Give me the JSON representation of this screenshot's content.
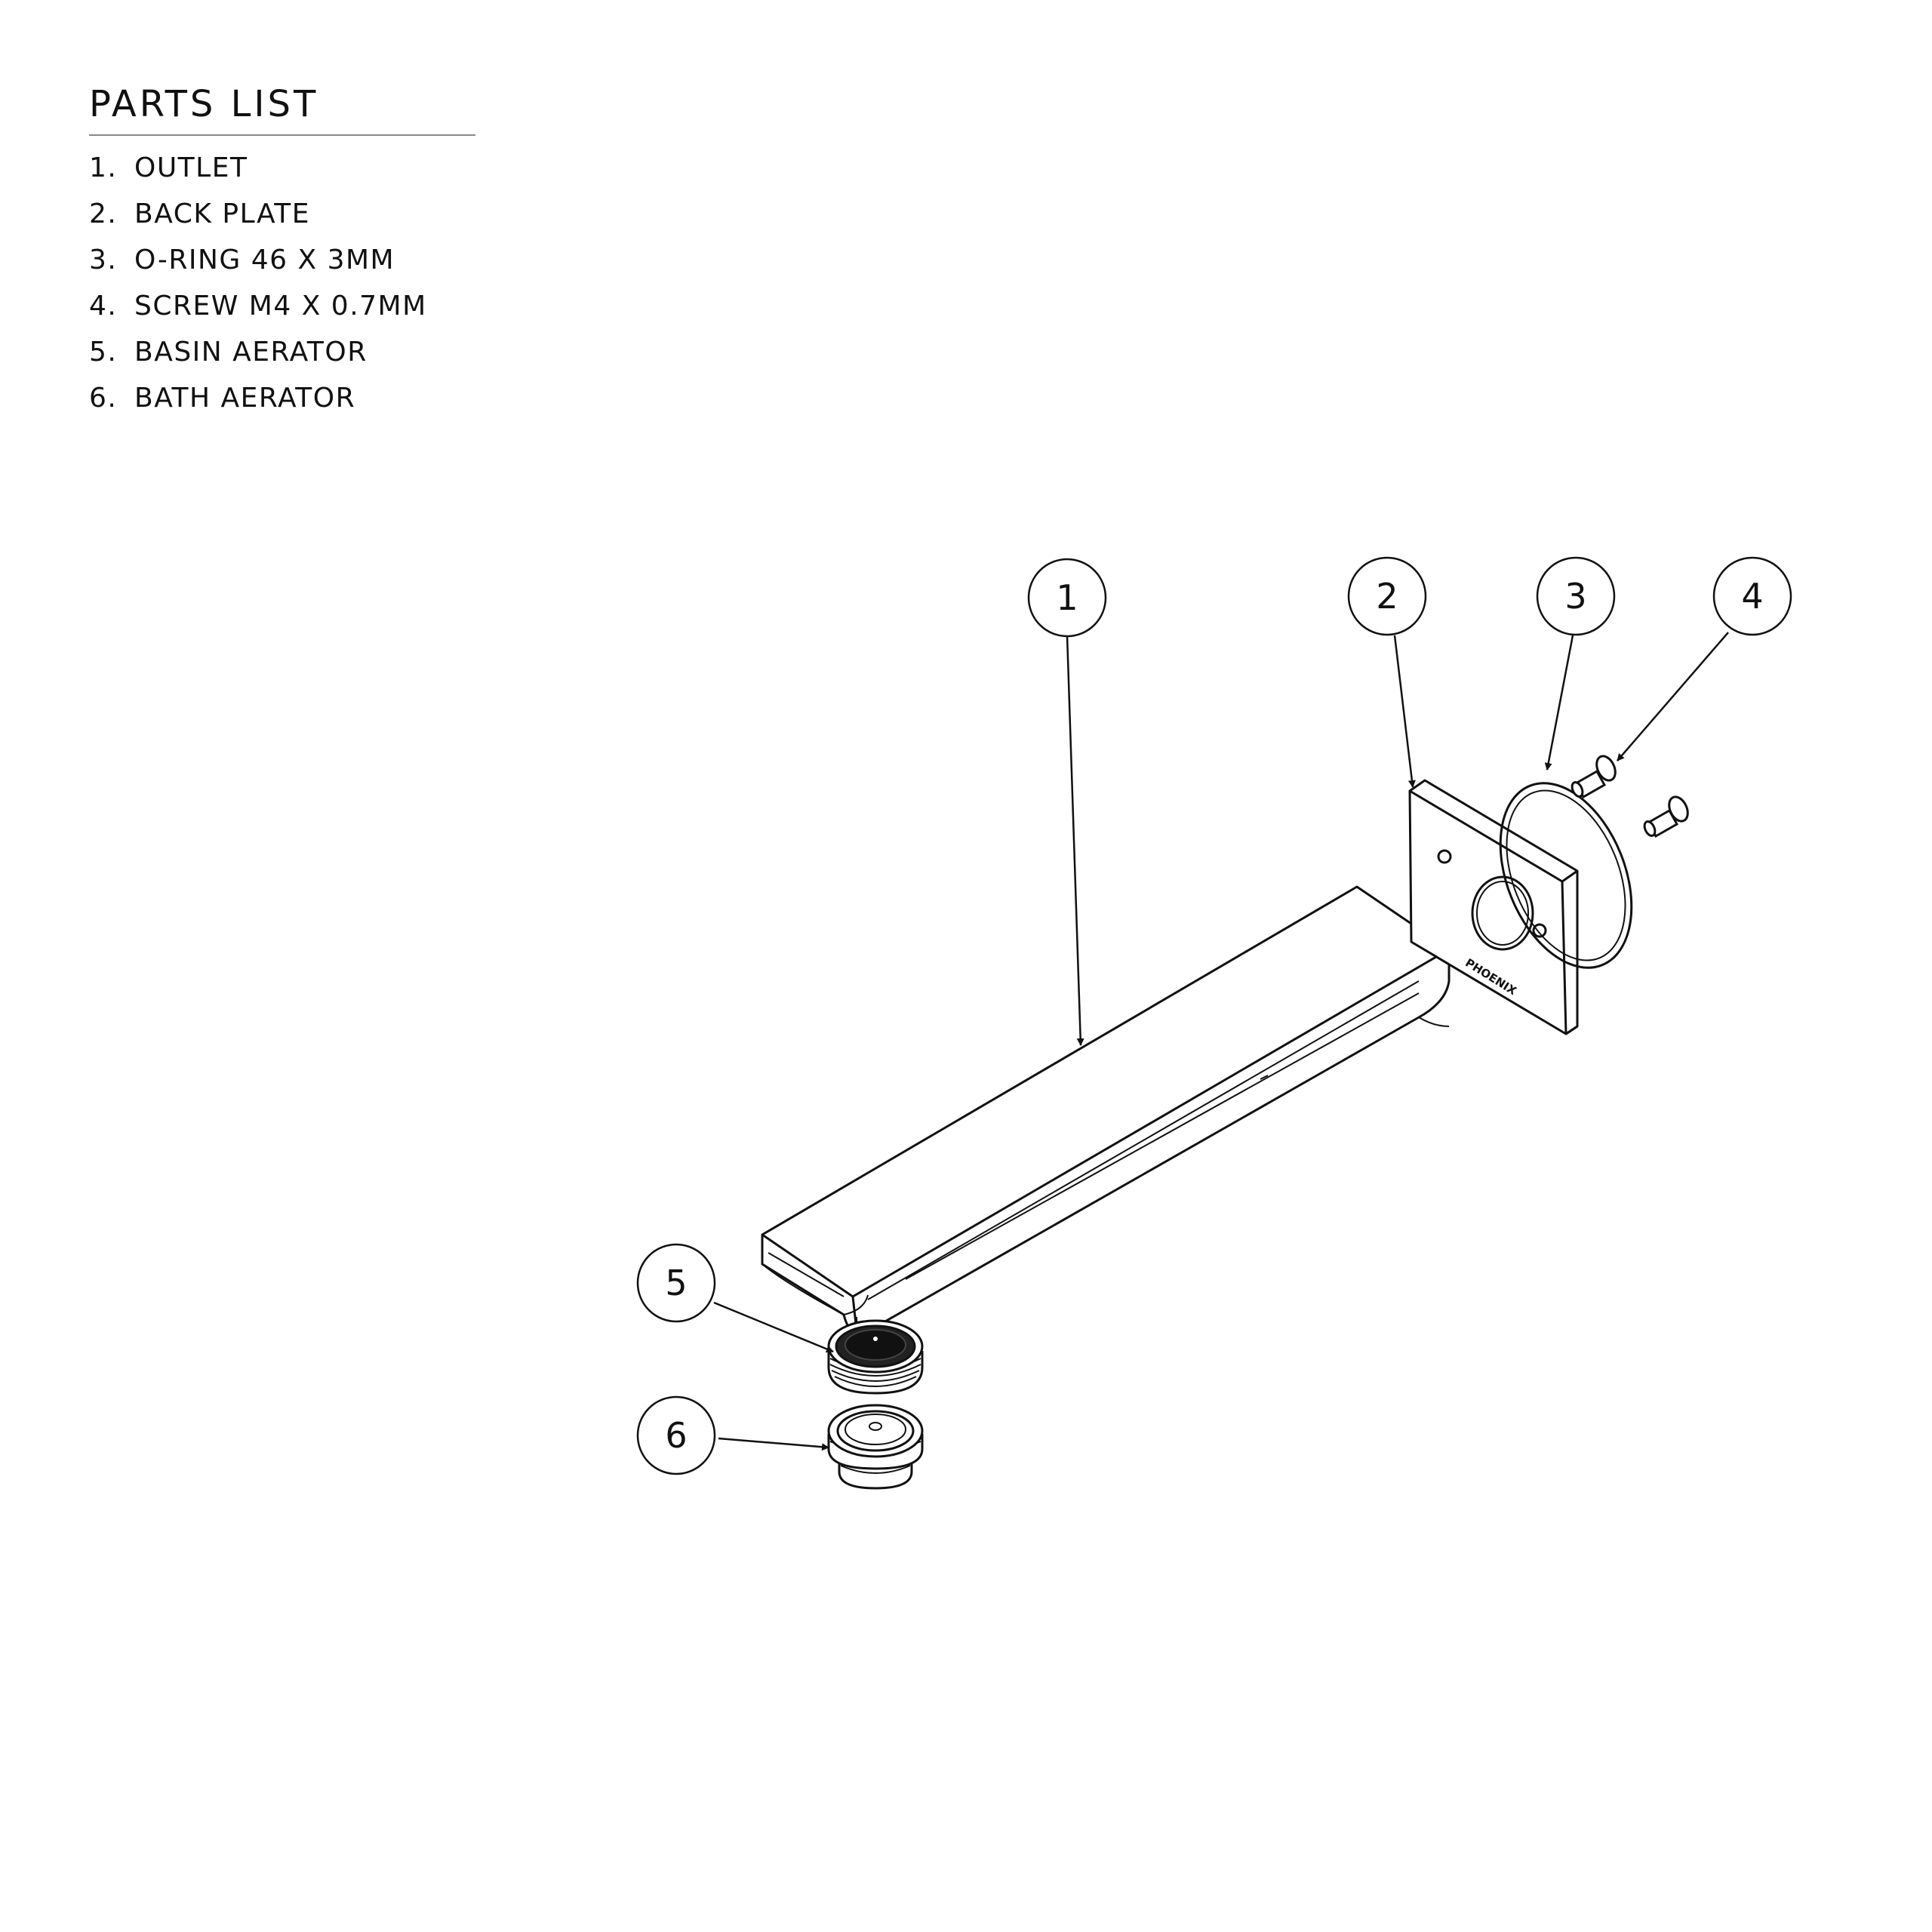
{
  "parts_list": {
    "title": "PARTS LIST",
    "items": [
      {
        "num": "1.",
        "label": "OUTLET"
      },
      {
        "num": "2.",
        "label": "BACK PLATE"
      },
      {
        "num": "3.",
        "label": "O-RING 46 X 3MM"
      },
      {
        "num": "4.",
        "label": "SCREW M4 X 0.7MM"
      },
      {
        "num": "5.",
        "label": "BASIN AERATOR"
      },
      {
        "num": "6.",
        "label": "BATH AERATOR"
      }
    ]
  },
  "callouts": [
    "1",
    "2",
    "3",
    "4",
    "5",
    "6"
  ],
  "brand": "PHOENIX",
  "colors": {
    "line": "#111111",
    "rule": "#888888",
    "background": "#ffffff"
  }
}
